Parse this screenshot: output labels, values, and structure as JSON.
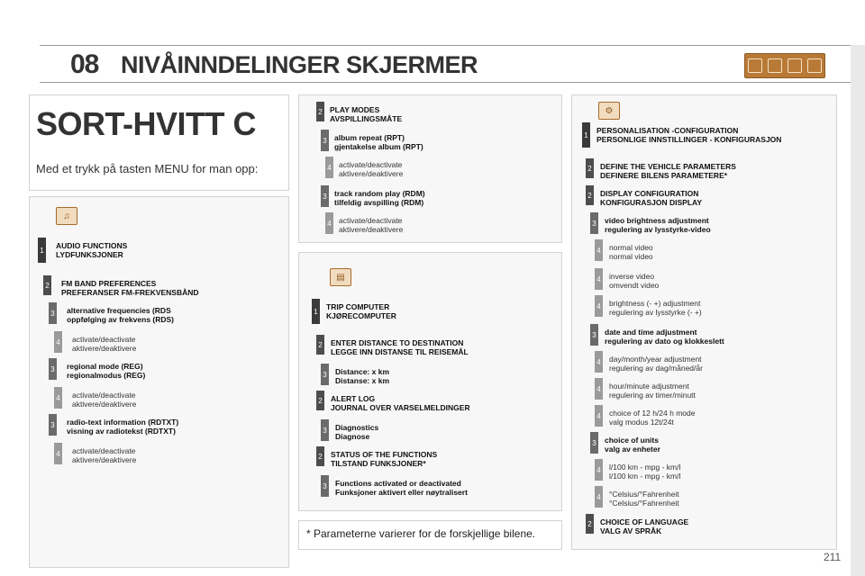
{
  "header": {
    "chapter": "08",
    "title": "NIVÅINNDELINGER SKJERMER"
  },
  "intro": {
    "title": "SORT-HVITT C",
    "text": "Med et trykk på tasten MENU for man opp:"
  },
  "footnote": "* Parameterne varierer for de forskjellige bilene.",
  "page_number": "211",
  "left_items": [
    {
      "level": "1",
      "lines": [
        "AUDIO FUNCTIONS",
        "LYDFUNKSJONER"
      ]
    },
    {
      "level": "2",
      "lines": [
        "FM BAND PREFERENCES",
        "PREFERANSER FM-FREKVENSBÅND"
      ]
    },
    {
      "level": "3",
      "lines": [
        "alternative frequencies (RDS",
        "oppfølging av frekvens (RDS)"
      ]
    },
    {
      "level": "4",
      "lines": [
        "activate/deactivate",
        "aktivere/deaktivere"
      ]
    },
    {
      "level": "3",
      "lines": [
        "regional mode (REG)",
        "regionalmodus (REG)"
      ]
    },
    {
      "level": "4",
      "lines": [
        "activate/deactivate",
        "aktivere/deaktivere"
      ]
    },
    {
      "level": "3",
      "lines": [
        "radio-text information (RDTXT)",
        "visning av radiotekst (RDTXT)"
      ]
    },
    {
      "level": "4",
      "lines": [
        "activate/deactivate",
        "aktivere/deaktivere"
      ]
    }
  ],
  "play_items": [
    {
      "level": "2",
      "lines": [
        "PLAY MODES",
        "AVSPILLINGSMÅTE"
      ]
    },
    {
      "level": "3",
      "lines": [
        "album repeat (RPT)",
        "gjentakelse album (RPT)"
      ]
    },
    {
      "level": "4",
      "lines": [
        "activate/deactivate",
        "aktivere/deaktivere"
      ]
    },
    {
      "level": "3",
      "lines": [
        "track random play (RDM)",
        "tilfeldig avspilling (RDM)"
      ]
    },
    {
      "level": "4",
      "lines": [
        "activate/deactivate",
        "aktivere/deaktivere"
      ]
    }
  ],
  "trip_items": [
    {
      "level": "1",
      "lines": [
        "TRIP COMPUTER",
        "KJØRECOMPUTER"
      ]
    },
    {
      "level": "2",
      "lines": [
        "ENTER DISTANCE TO DESTINATION",
        "LEGGE INN DISTANSE TIL REISEMÅL"
      ]
    },
    {
      "level": "3",
      "lines": [
        "Distance: x km",
        "Distanse: x km"
      ]
    },
    {
      "level": "2",
      "lines": [
        "ALERT LOG",
        "JOURNAL OVER VARSELMELDINGER"
      ]
    },
    {
      "level": "3",
      "lines": [
        "Diagnostics",
        "Diagnose"
      ]
    },
    {
      "level": "2",
      "lines": [
        "STATUS OF THE FUNCTIONS",
        "TILSTAND FUNKSJONER*"
      ]
    },
    {
      "level": "3",
      "lines": [
        "Functions activated or deactivated",
        "Funksjoner aktivert eller nøytralisert"
      ]
    }
  ],
  "pers_items": [
    {
      "level": "1",
      "lines": [
        "PERSONALISATION -CONFIGURATION",
        "PERSONLIGE INNSTILLINGER - KONFIGURASJON"
      ]
    },
    {
      "level": "2",
      "lines": [
        "DEFINE THE VEHICLE PARAMETERS",
        "DEFINERE BILENS PARAMETERE*"
      ]
    },
    {
      "level": "2",
      "lines": [
        "DISPLAY CONFIGURATION",
        "KONFIGURASJON DISPLAY"
      ]
    },
    {
      "level": "3",
      "lines": [
        "video brightness adjustment",
        "regulering av lysstyrke-video"
      ]
    },
    {
      "level": "4",
      "lines": [
        "normal video",
        "normal video"
      ]
    },
    {
      "level": "4",
      "lines": [
        "inverse video",
        "omvendt video"
      ]
    },
    {
      "level": "4",
      "lines": [
        "brightness (- +) adjustment",
        "regulering av lysstyrke (- +)"
      ]
    },
    {
      "level": "3",
      "lines": [
        "date and time adjustment",
        "regulering av dato og klokkeslett"
      ]
    },
    {
      "level": "4",
      "lines": [
        "day/month/year adjustment",
        "regulering av dag/måned/år"
      ]
    },
    {
      "level": "4",
      "lines": [
        "hour/minute adjustment",
        "regulering av timer/minutt"
      ]
    },
    {
      "level": "4",
      "lines": [
        "choice of 12 h/24 h mode",
        "valg modus 12t/24t"
      ]
    },
    {
      "level": "3",
      "lines": [
        "choice of units",
        "valg av enheter"
      ]
    },
    {
      "level": "4",
      "lines": [
        "l/100 km - mpg - km/l",
        "l/100 km - mpg - km/l"
      ]
    },
    {
      "level": "4",
      "lines": [
        "°Celsius/°Fahrenheit",
        "°Celsius/°Fahrenheit"
      ]
    },
    {
      "level": "2",
      "lines": [
        "CHOICE OF LANGUAGE",
        "VALG AV SPRÅK"
      ]
    }
  ]
}
